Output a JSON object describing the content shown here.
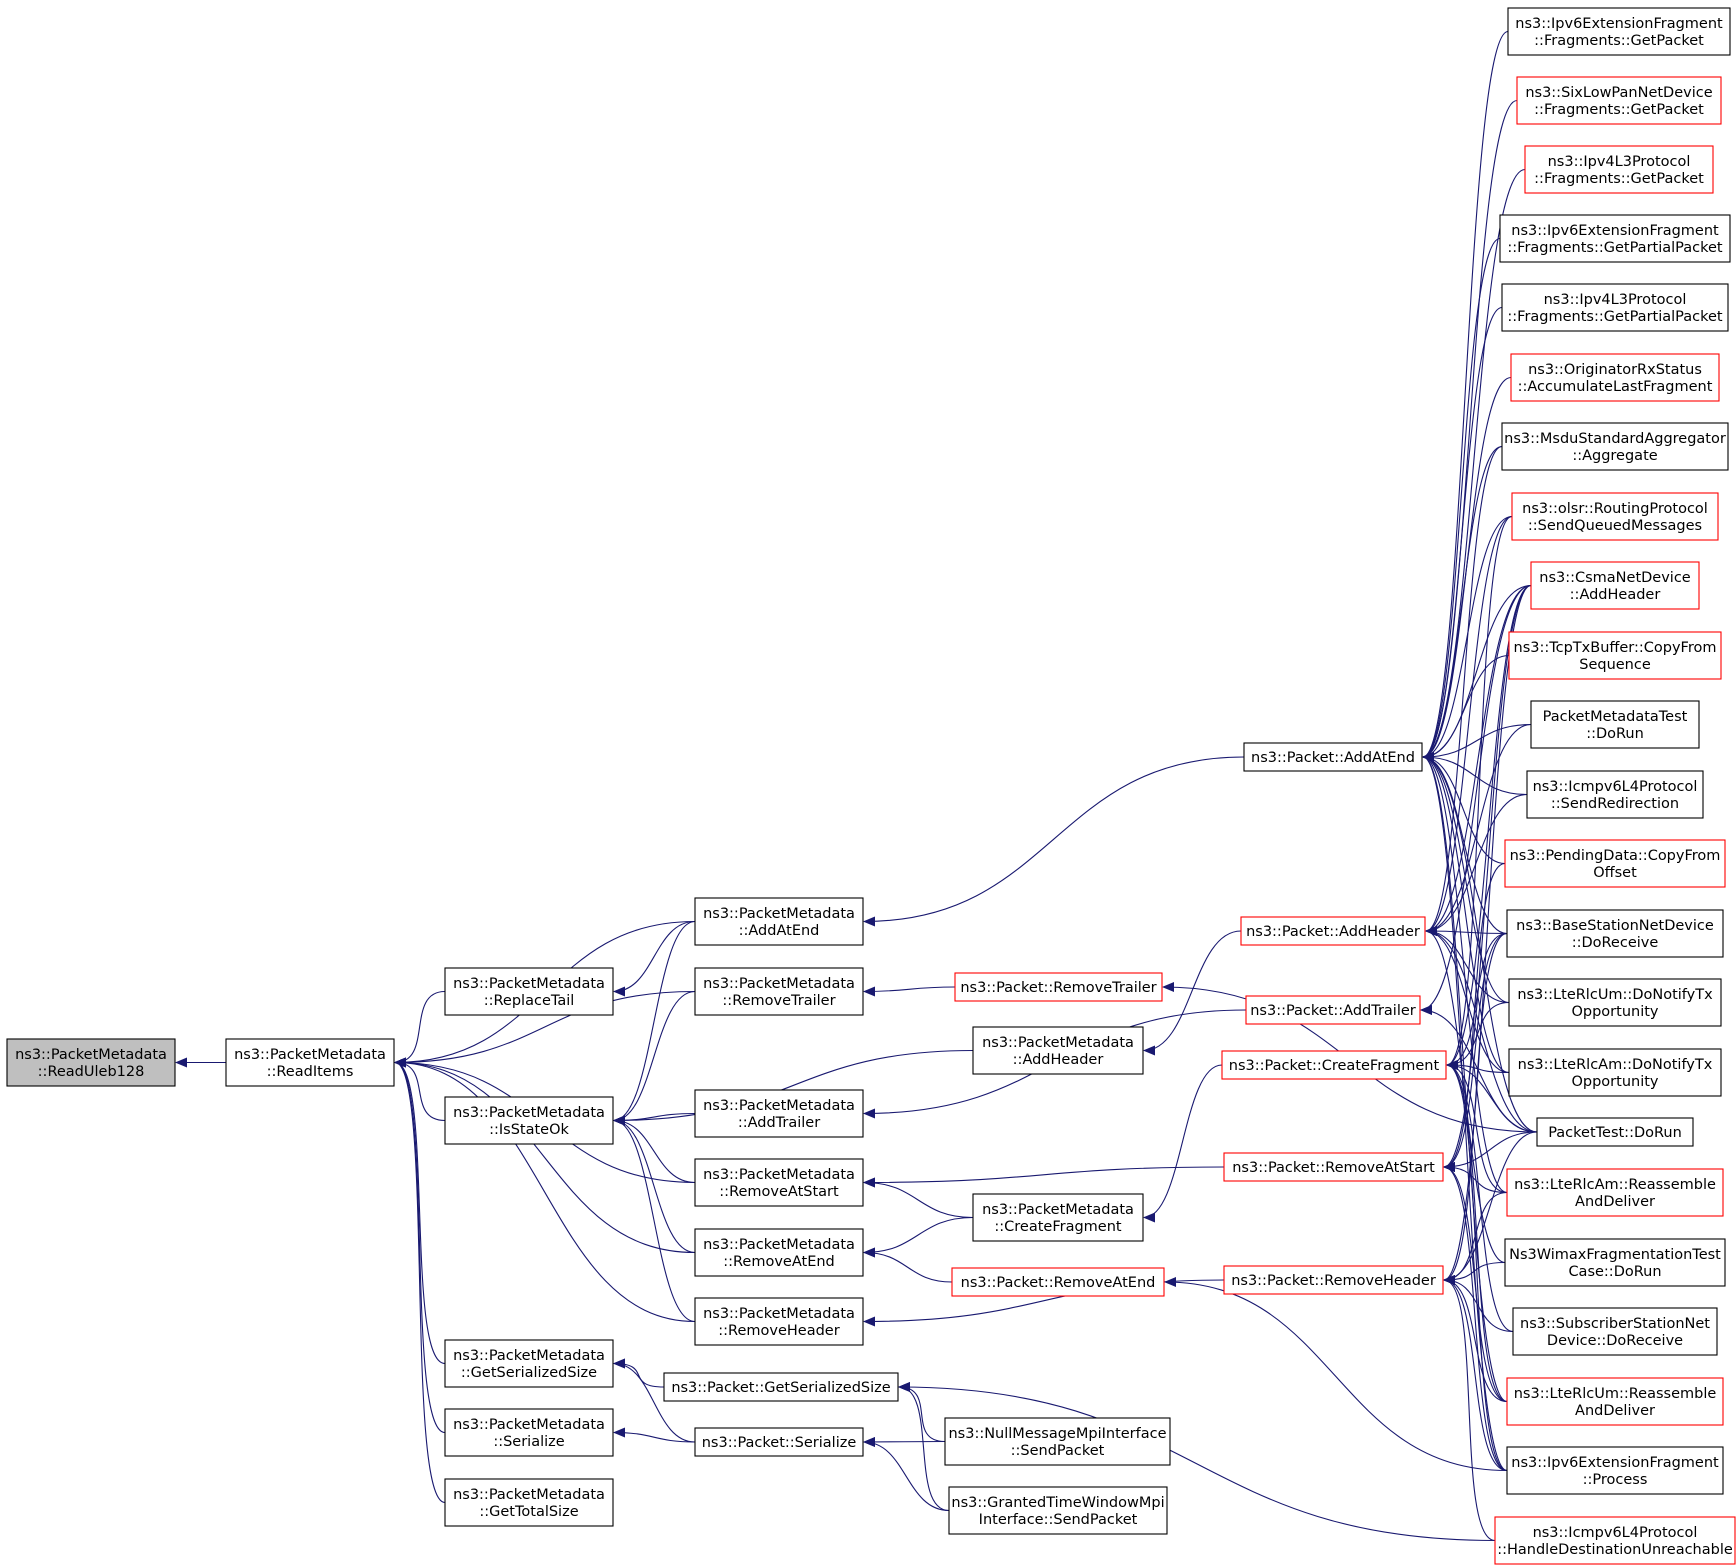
{
  "nodes": [
    {
      "id": "n_read_uleb128",
      "name": "readuleb128-node",
      "lines": [
        "ns3::PacketMetadata",
        "::ReadUleb128"
      ],
      "border": "gray"
    },
    {
      "id": "n_read_items",
      "name": "readitems-node",
      "lines": [
        "ns3::PacketMetadata",
        "::ReadItems"
      ],
      "border": "black"
    },
    {
      "id": "n_replace_tail",
      "name": "replacetail-node",
      "lines": [
        "ns3::PacketMetadata",
        "::ReplaceTail"
      ],
      "border": "black"
    },
    {
      "id": "n_is_state_ok",
      "name": "isstateok-node",
      "lines": [
        "ns3::PacketMetadata",
        "::IsStateOk"
      ],
      "border": "black"
    },
    {
      "id": "n_pm_get_serialized_size",
      "name": "pm-getserializedsize-node",
      "lines": [
        "ns3::PacketMetadata",
        "::GetSerializedSize"
      ],
      "border": "black"
    },
    {
      "id": "n_pm_serialize",
      "name": "pm-serialize-node",
      "lines": [
        "ns3::PacketMetadata",
        "::Serialize"
      ],
      "border": "black"
    },
    {
      "id": "n_pm_get_total_size",
      "name": "pm-gettotalsize-node",
      "lines": [
        "ns3::PacketMetadata",
        "::GetTotalSize"
      ],
      "border": "black"
    },
    {
      "id": "n_pm_add_at_end",
      "name": "pm-addatend-node",
      "lines": [
        "ns3::PacketMetadata",
        "::AddAtEnd"
      ],
      "border": "black"
    },
    {
      "id": "n_pm_remove_trailer",
      "name": "pm-removetrailer-node",
      "lines": [
        "ns3::PacketMetadata",
        "::RemoveTrailer"
      ],
      "border": "black"
    },
    {
      "id": "n_pm_add_trailer",
      "name": "pm-addtrailer-node",
      "lines": [
        "ns3::PacketMetadata",
        "::AddTrailer"
      ],
      "border": "black"
    },
    {
      "id": "n_pm_remove_at_start",
      "name": "pm-removeatstart-node",
      "lines": [
        "ns3::PacketMetadata",
        "::RemoveAtStart"
      ],
      "border": "black"
    },
    {
      "id": "n_pm_remove_at_end",
      "name": "pm-removeatend-node",
      "lines": [
        "ns3::PacketMetadata",
        "::RemoveAtEnd"
      ],
      "border": "black"
    },
    {
      "id": "n_pm_remove_header",
      "name": "pm-removeheader-node",
      "lines": [
        "ns3::PacketMetadata",
        "::RemoveHeader"
      ],
      "border": "black"
    },
    {
      "id": "n_p_get_serialized_size",
      "name": "packet-getserializedsize-node",
      "lines": [
        "ns3::Packet::GetSerializedSize"
      ],
      "border": "black"
    },
    {
      "id": "n_p_serialize",
      "name": "packet-serialize-node",
      "lines": [
        "ns3::Packet::Serialize"
      ],
      "border": "black"
    },
    {
      "id": "n_p_remove_trailer",
      "name": "packet-removetrailer-node",
      "lines": [
        "ns3::Packet::RemoveTrailer"
      ],
      "border": "red"
    },
    {
      "id": "n_pm_add_header",
      "name": "pm-addheader-node",
      "lines": [
        "ns3::PacketMetadata",
        "::AddHeader"
      ],
      "border": "black"
    },
    {
      "id": "n_pm_create_fragment",
      "name": "pm-createfragment-node",
      "lines": [
        "ns3::PacketMetadata",
        "::CreateFragment"
      ],
      "border": "black"
    },
    {
      "id": "n_p_remove_at_end",
      "name": "packet-removeatend-node",
      "lines": [
        "ns3::Packet::RemoveAtEnd"
      ],
      "border": "red"
    },
    {
      "id": "n_null_msg_mpi",
      "name": "nullmessagempi-sendpacket-node",
      "lines": [
        "ns3::NullMessageMpiInterface",
        "::SendPacket"
      ],
      "border": "black"
    },
    {
      "id": "n_granted_time_mpi",
      "name": "grantedtimewindowmpi-sendpacket-node",
      "lines": [
        "ns3::GrantedTimeWindowMpi",
        "Interface::SendPacket"
      ],
      "border": "black"
    },
    {
      "id": "n_p_add_at_end",
      "name": "packet-addatend-node",
      "lines": [
        "ns3::Packet::AddAtEnd"
      ],
      "border": "black"
    },
    {
      "id": "n_p_add_header",
      "name": "packet-addheader-node",
      "lines": [
        "ns3::Packet::AddHeader"
      ],
      "border": "red"
    },
    {
      "id": "n_p_add_trailer",
      "name": "packet-addtrailer-node",
      "lines": [
        "ns3::Packet::AddTrailer"
      ],
      "border": "red"
    },
    {
      "id": "n_p_create_fragment",
      "name": "packet-createfragment-node",
      "lines": [
        "ns3::Packet::CreateFragment"
      ],
      "border": "red"
    },
    {
      "id": "n_p_remove_at_start",
      "name": "packet-removeatstart-node",
      "lines": [
        "ns3::Packet::RemoveAtStart"
      ],
      "border": "red"
    },
    {
      "id": "n_p_remove_header",
      "name": "packet-removeheader-node",
      "lines": [
        "ns3::Packet::RemoveHeader"
      ],
      "border": "red"
    },
    {
      "id": "n_ipv6_frag_getpacket",
      "name": "ipv6extensionfragment-getpacket-node",
      "lines": [
        "ns3::Ipv6ExtensionFragment",
        "::Fragments::GetPacket"
      ],
      "border": "black"
    },
    {
      "id": "n_sixlowpan_getpacket",
      "name": "sixlowpan-getpacket-node",
      "lines": [
        "ns3::SixLowPanNetDevice",
        "::Fragments::GetPacket"
      ],
      "border": "red"
    },
    {
      "id": "n_ipv4l3_getpacket",
      "name": "ipv4l3protocol-getpacket-node",
      "lines": [
        "ns3::Ipv4L3Protocol",
        "::Fragments::GetPacket"
      ],
      "border": "red"
    },
    {
      "id": "n_ipv6_frag_getpartial",
      "name": "ipv6extensionfragment-getpartialpacket-node",
      "lines": [
        "ns3::Ipv6ExtensionFragment",
        "::Fragments::GetPartialPacket"
      ],
      "border": "black"
    },
    {
      "id": "n_ipv4l3_getpartial",
      "name": "ipv4l3protocol-getpartialpacket-node",
      "lines": [
        "ns3::Ipv4L3Protocol",
        "::Fragments::GetPartialPacket"
      ],
      "border": "black"
    },
    {
      "id": "n_originator_rx",
      "name": "originatorrxstatus-node",
      "lines": [
        "ns3::OriginatorRxStatus",
        "::AccumulateLastFragment"
      ],
      "border": "red"
    },
    {
      "id": "n_msdu_agg",
      "name": "msdustandardaggregator-node",
      "lines": [
        "ns3::MsduStandardAggregator",
        "::Aggregate"
      ],
      "border": "black"
    },
    {
      "id": "n_olsr_send",
      "name": "olsr-sendqueuedmessages-node",
      "lines": [
        "ns3::olsr::RoutingProtocol",
        "::SendQueuedMessages"
      ],
      "border": "red"
    },
    {
      "id": "n_csma_addheader",
      "name": "csmanetdevice-addheader-node",
      "lines": [
        "ns3::CsmaNetDevice",
        "::AddHeader"
      ],
      "border": "red"
    },
    {
      "id": "n_tcptx_copy",
      "name": "tcptxbuffer-copyfromsequence-node",
      "lines": [
        "ns3::TcpTxBuffer::CopyFrom",
        "Sequence"
      ],
      "border": "red"
    },
    {
      "id": "n_pm_test_dorun",
      "name": "packetmetadatatest-dorun-node",
      "lines": [
        "PacketMetadataTest",
        "::DoRun"
      ],
      "border": "black"
    },
    {
      "id": "n_icmpv6_redirect",
      "name": "icmpv6l4protocol-sendredirection-node",
      "lines": [
        "ns3::Icmpv6L4Protocol",
        "::SendRedirection"
      ],
      "border": "black"
    },
    {
      "id": "n_pending_copy",
      "name": "pendingdata-copyfromoffset-node",
      "lines": [
        "ns3::PendingData::CopyFrom",
        "Offset"
      ],
      "border": "red"
    },
    {
      "id": "n_bs_receive",
      "name": "basestationnetdevice-doreceive-node",
      "lines": [
        "ns3::BaseStationNetDevice",
        "::DoReceive"
      ],
      "border": "black"
    },
    {
      "id": "n_rlcum_notify",
      "name": "lterlcum-donotifytxopportunity-node",
      "lines": [
        "ns3::LteRlcUm::DoNotifyTx",
        "Opportunity"
      ],
      "border": "black"
    },
    {
      "id": "n_rlcam_notify",
      "name": "lterlcam-donotifytxopportunity-node",
      "lines": [
        "ns3::LteRlcAm::DoNotifyTx",
        "Opportunity"
      ],
      "border": "black"
    },
    {
      "id": "n_packet_test",
      "name": "packettest-dorun-node",
      "lines": [
        "PacketTest::DoRun"
      ],
      "border": "black"
    },
    {
      "id": "n_rlcam_reassemble",
      "name": "lterlcam-reassembleanddeliver-node",
      "lines": [
        "ns3::LteRlcAm::Reassemble",
        "AndDeliver"
      ],
      "border": "red"
    },
    {
      "id": "n_wimax_frag_test",
      "name": "ns3wimaxfragmentationtestcase-node",
      "lines": [
        "Ns3WimaxFragmentationTest",
        "Case::DoRun"
      ],
      "border": "black"
    },
    {
      "id": "n_ss_receive",
      "name": "subscriberstationnetdevice-doreceive-node",
      "lines": [
        "ns3::SubscriberStationNet",
        "Device::DoReceive"
      ],
      "border": "black"
    },
    {
      "id": "n_rlcum_reassemble",
      "name": "lterlcum-reassembleanddeliver-node",
      "lines": [
        "ns3::LteRlcUm::Reassemble",
        "AndDeliver"
      ],
      "border": "red"
    },
    {
      "id": "n_ipv6_frag_process",
      "name": "ipv6extensionfragment-process-node",
      "lines": [
        "ns3::Ipv6ExtensionFragment",
        "::Process"
      ],
      "border": "black"
    },
    {
      "id": "n_icmpv6_dest_unreach",
      "name": "icmpv6l4protocol-handledestinationunreachable-node",
      "lines": [
        "ns3::Icmpv6L4Protocol",
        "::HandleDestinationUnreachable"
      ],
      "border": "red"
    }
  ],
  "edges": [
    [
      "n_read_uleb128",
      "n_read_items"
    ],
    [
      "n_read_items",
      "n_replace_tail"
    ],
    [
      "n_read_items",
      "n_is_state_ok"
    ],
    [
      "n_read_items",
      "n_pm_get_serialized_size"
    ],
    [
      "n_read_items",
      "n_pm_serialize"
    ],
    [
      "n_read_items",
      "n_pm_get_total_size"
    ],
    [
      "n_read_items",
      "n_pm_add_at_end"
    ],
    [
      "n_read_items",
      "n_pm_remove_trailer"
    ],
    [
      "n_read_items",
      "n_pm_remove_at_start"
    ],
    [
      "n_read_items",
      "n_pm_remove_at_end"
    ],
    [
      "n_read_items",
      "n_pm_remove_header"
    ],
    [
      "n_replace_tail",
      "n_pm_add_at_end"
    ],
    [
      "n_is_state_ok",
      "n_pm_add_at_end"
    ],
    [
      "n_is_state_ok",
      "n_pm_remove_trailer"
    ],
    [
      "n_is_state_ok",
      "n_pm_add_trailer"
    ],
    [
      "n_is_state_ok",
      "n_pm_remove_at_start"
    ],
    [
      "n_is_state_ok",
      "n_pm_remove_at_end"
    ],
    [
      "n_is_state_ok",
      "n_pm_remove_header"
    ],
    [
      "n_is_state_ok",
      "n_pm_add_header"
    ],
    [
      "n_pm_get_serialized_size",
      "n_p_get_serialized_size"
    ],
    [
      "n_pm_get_serialized_size",
      "n_p_serialize"
    ],
    [
      "n_pm_serialize",
      "n_p_serialize"
    ],
    [
      "n_pm_add_at_end",
      "n_p_add_at_end"
    ],
    [
      "n_pm_remove_trailer",
      "n_p_remove_trailer"
    ],
    [
      "n_pm_add_trailer",
      "n_p_add_trailer"
    ],
    [
      "n_pm_remove_at_start",
      "n_p_remove_at_start"
    ],
    [
      "n_pm_remove_at_start",
      "n_pm_create_fragment"
    ],
    [
      "n_pm_remove_at_end",
      "n_pm_create_fragment"
    ],
    [
      "n_pm_remove_at_end",
      "n_p_remove_at_end"
    ],
    [
      "n_pm_remove_header",
      "n_p_remove_header"
    ],
    [
      "n_pm_add_header",
      "n_p_add_header"
    ],
    [
      "n_pm_create_fragment",
      "n_p_create_fragment"
    ],
    [
      "n_p_get_serialized_size",
      "n_null_msg_mpi"
    ],
    [
      "n_p_get_serialized_size",
      "n_granted_time_mpi"
    ],
    [
      "n_p_get_serialized_size",
      "n_icmpv6_dest_unreach"
    ],
    [
      "n_p_serialize",
      "n_null_msg_mpi"
    ],
    [
      "n_p_serialize",
      "n_granted_time_mpi"
    ],
    [
      "n_p_remove_trailer",
      "n_packet_test"
    ],
    [
      "n_p_remove_at_end",
      "n_ipv6_frag_process"
    ],
    [
      "n_p_add_at_end",
      "n_ipv6_frag_getpacket"
    ],
    [
      "n_p_add_at_end",
      "n_sixlowpan_getpacket"
    ],
    [
      "n_p_add_at_end",
      "n_ipv4l3_getpacket"
    ],
    [
      "n_p_add_at_end",
      "n_ipv6_frag_getpartial"
    ],
    [
      "n_p_add_at_end",
      "n_ipv4l3_getpartial"
    ],
    [
      "n_p_add_at_end",
      "n_originator_rx"
    ],
    [
      "n_p_add_at_end",
      "n_msdu_agg"
    ],
    [
      "n_p_add_at_end",
      "n_olsr_send"
    ],
    [
      "n_p_add_at_end",
      "n_csma_addheader"
    ],
    [
      "n_p_add_at_end",
      "n_tcptx_copy"
    ],
    [
      "n_p_add_at_end",
      "n_pm_test_dorun"
    ],
    [
      "n_p_add_at_end",
      "n_icmpv6_redirect"
    ],
    [
      "n_p_add_at_end",
      "n_pending_copy"
    ],
    [
      "n_p_add_at_end",
      "n_bs_receive"
    ],
    [
      "n_p_add_at_end",
      "n_rlcum_notify"
    ],
    [
      "n_p_add_at_end",
      "n_rlcam_notify"
    ],
    [
      "n_p_add_at_end",
      "n_packet_test"
    ],
    [
      "n_p_add_at_end",
      "n_rlcam_reassemble"
    ],
    [
      "n_p_add_at_end",
      "n_rlcum_reassemble"
    ],
    [
      "n_p_add_at_end",
      "n_ipv6_frag_process"
    ],
    [
      "n_p_add_header",
      "n_msdu_agg"
    ],
    [
      "n_p_add_header",
      "n_olsr_send"
    ],
    [
      "n_p_add_header",
      "n_csma_addheader"
    ],
    [
      "n_p_add_header",
      "n_pm_test_dorun"
    ],
    [
      "n_p_add_header",
      "n_icmpv6_redirect"
    ],
    [
      "n_p_add_header",
      "n_bs_receive"
    ],
    [
      "n_p_add_header",
      "n_rlcum_notify"
    ],
    [
      "n_p_add_header",
      "n_rlcam_notify"
    ],
    [
      "n_p_add_header",
      "n_packet_test"
    ],
    [
      "n_p_add_header",
      "n_wimax_frag_test"
    ],
    [
      "n_p_add_trailer",
      "n_csma_addheader"
    ],
    [
      "n_p_add_trailer",
      "n_packet_test"
    ],
    [
      "n_p_create_fragment",
      "n_csma_addheader"
    ],
    [
      "n_p_create_fragment",
      "n_olsr_send"
    ],
    [
      "n_p_create_fragment",
      "n_rlcum_notify"
    ],
    [
      "n_p_create_fragment",
      "n_rlcam_notify"
    ],
    [
      "n_p_create_fragment",
      "n_packet_test"
    ],
    [
      "n_p_create_fragment",
      "n_rlcam_reassemble"
    ],
    [
      "n_p_create_fragment",
      "n_rlcum_reassemble"
    ],
    [
      "n_p_create_fragment",
      "n_ipv6_frag_process"
    ],
    [
      "n_p_create_fragment",
      "n_bs_receive"
    ],
    [
      "n_p_create_fragment",
      "n_ss_receive"
    ],
    [
      "n_p_remove_at_start",
      "n_csma_addheader"
    ],
    [
      "n_p_remove_at_start",
      "n_pending_copy"
    ],
    [
      "n_p_remove_at_start",
      "n_packet_test"
    ],
    [
      "n_p_remove_at_start",
      "n_rlcam_reassemble"
    ],
    [
      "n_p_remove_at_start",
      "n_rlcum_reassemble"
    ],
    [
      "n_p_remove_at_start",
      "n_ipv6_frag_process"
    ],
    [
      "n_p_remove_at_start",
      "n_bs_receive"
    ],
    [
      "n_p_remove_header",
      "n_csma_addheader"
    ],
    [
      "n_p_remove_header",
      "n_packet_test"
    ],
    [
      "n_p_remove_header",
      "n_bs_receive"
    ],
    [
      "n_p_remove_header",
      "n_rlcam_reassemble"
    ],
    [
      "n_p_remove_header",
      "n_wimax_frag_test"
    ],
    [
      "n_p_remove_header",
      "n_ss_receive"
    ],
    [
      "n_p_remove_header",
      "n_rlcum_reassemble"
    ],
    [
      "n_p_remove_header",
      "n_ipv6_frag_process"
    ],
    [
      "n_p_remove_header",
      "n_icmpv6_dest_unreach"
    ]
  ]
}
